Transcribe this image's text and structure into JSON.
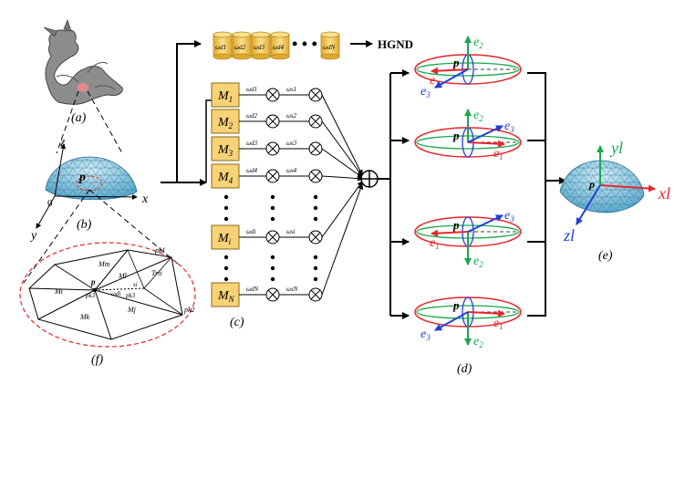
{
  "panel_labels": {
    "a": "(a)",
    "b": "(b)",
    "c": "(c)",
    "d": "(d)",
    "e": "(e)",
    "f": "(f)"
  },
  "axes_b": {
    "z": "z",
    "x": "x",
    "y": "y",
    "origin": "0",
    "point": "p"
  },
  "hgnd": {
    "label": "HGND",
    "weights": [
      "ωd1",
      "ωd2",
      "ωd3",
      "ωd4",
      "ωdN"
    ],
    "ellipsis": "• • •"
  },
  "models": [
    {
      "label": "M1",
      "wd": "ωd1",
      "ws": "ωs1"
    },
    {
      "label": "M2",
      "wd": "ωd2",
      "ws": "ωs2"
    },
    {
      "label": "M3",
      "wd": "ωd3",
      "ws": "ωs3"
    },
    {
      "label": "M4",
      "wd": "ωd4",
      "ws": "ωs4"
    },
    {
      "label": "Mi",
      "wd": "ωdi",
      "ws": "ωsi"
    },
    {
      "label": "MN",
      "wd": "ωdN",
      "ws": "ωsN"
    }
  ],
  "sum_symbol": "⊕",
  "multiply_symbol": "⊗",
  "ellipsoid_labels": {
    "e1": "e1",
    "e2": "e2",
    "e3": "e3",
    "p": "p"
  },
  "local_frame": {
    "x": "xl",
    "y": "yl",
    "z": "zl",
    "p": "p"
  },
  "triangle_labels": {
    "Mm": "Mm",
    "Mj": "Mj",
    "Mk": "Mk",
    "Mi": "Mi",
    "Ml": "Ml",
    "Tri": "Trii",
    "p": "p",
    "pk1": "pk1",
    "pk2": "pk2",
    "pk3": "pk3",
    "pi3": "pk3",
    "wdi": "ωdi",
    "si": "si"
  },
  "colors": {
    "yellow": "#f7d276",
    "red": "#e8262b",
    "green": "#1aa84b",
    "blue": "#1e3fd8",
    "mesh": "#7fc4e0"
  }
}
